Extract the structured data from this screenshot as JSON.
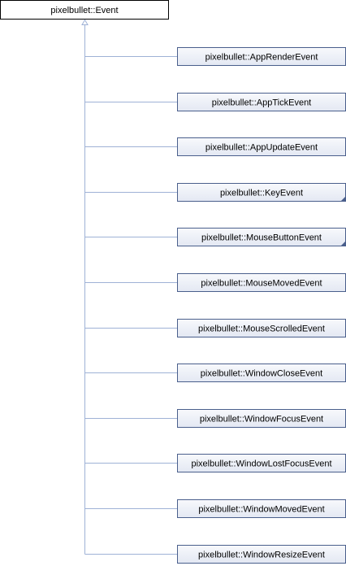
{
  "base_class": {
    "label": "pixelbullet::Event"
  },
  "derived_classes": [
    {
      "label": "pixelbullet::AppRenderEvent",
      "has_subclasses": false
    },
    {
      "label": "pixelbullet::AppTickEvent",
      "has_subclasses": false
    },
    {
      "label": "pixelbullet::AppUpdateEvent",
      "has_subclasses": false
    },
    {
      "label": "pixelbullet::KeyEvent",
      "has_subclasses": true
    },
    {
      "label": "pixelbullet::MouseButtonEvent",
      "has_subclasses": true
    },
    {
      "label": "pixelbullet::MouseMovedEvent",
      "has_subclasses": false
    },
    {
      "label": "pixelbullet::MouseScrolledEvent",
      "has_subclasses": false
    },
    {
      "label": "pixelbullet::WindowCloseEvent",
      "has_subclasses": false
    },
    {
      "label": "pixelbullet::WindowFocusEvent",
      "has_subclasses": false
    },
    {
      "label": "pixelbullet::WindowLostFocusEvent",
      "has_subclasses": false
    },
    {
      "label": "pixelbullet::WindowMovedEvent",
      "has_subclasses": false
    },
    {
      "label": "pixelbullet::WindowResizeEvent",
      "has_subclasses": false
    }
  ],
  "colors": {
    "base_fill": "#ffffff",
    "base_border": "#000000",
    "node_fill_top": "#f8f9fc",
    "node_fill_bottom": "#e3e8f3",
    "node_border": "#4a5f8c",
    "edge": "#9fb2d6",
    "corner_marker": "#4a5f8c"
  }
}
